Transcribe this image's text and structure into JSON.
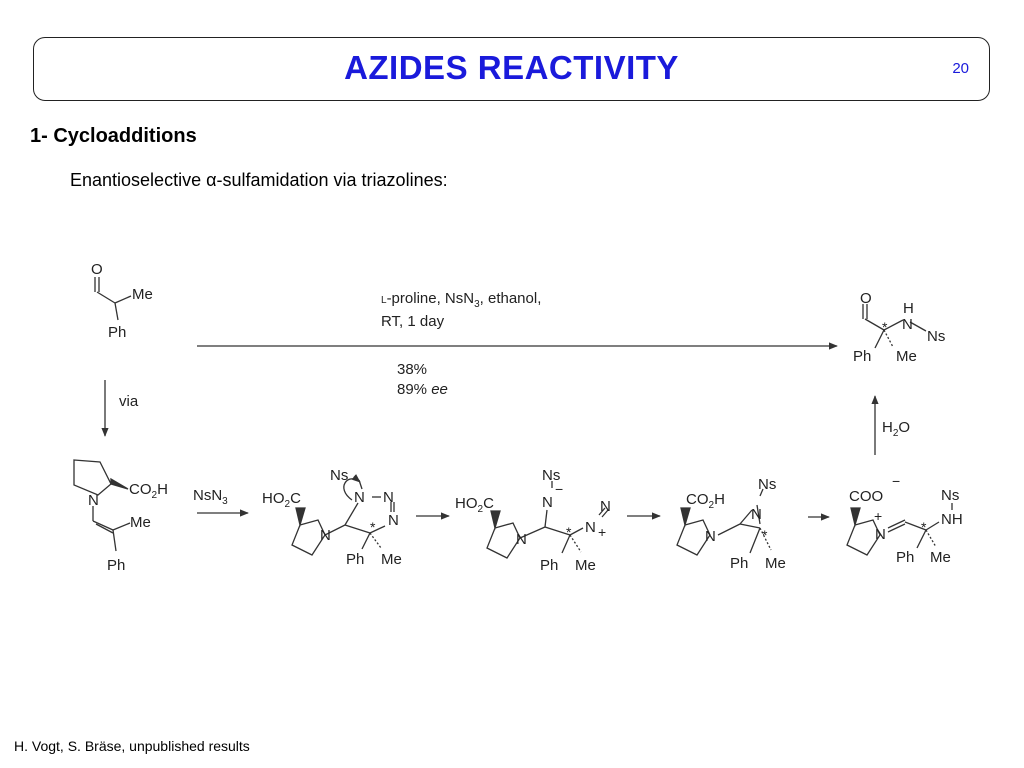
{
  "slide": {
    "title": "AZIDES REACTIVITY",
    "number": "20",
    "heading": "1- Cycloadditions",
    "subtitle": "Enantioselective α-sulfamidation via triazolines:",
    "citation": "H. Vogt, S. Bräse, unpublished results"
  },
  "scheme": {
    "start": {
      "o": "O",
      "me": "Me",
      "ph": "Ph"
    },
    "conditions": {
      "line1_prefix": "L",
      "line1_mid": "-proline, NsN",
      "line1_sub": "3",
      "line1_suffix": ", ethanol,",
      "line2": "RT, 1 day",
      "yield": "38%",
      "ee_value": "89% ",
      "ee_unit": "ee"
    },
    "product": {
      "o": "O",
      "h": "H",
      "n": "N",
      "ns": "Ns",
      "star": "*",
      "ph": "Ph",
      "me": "Me"
    },
    "via": "via",
    "water": {
      "h": "H",
      "sub": "2",
      "o": "O"
    },
    "enamine": {
      "n": "N",
      "co2h_a": "CO",
      "co2h_sub": "2",
      "co2h_b": "H",
      "me": "Me",
      "ph": "Ph"
    },
    "reagent": {
      "text": "NsN",
      "sub": "3"
    },
    "triazoline": {
      "ho2c_a": "HO",
      "ho2c_sub": "2",
      "ho2c_b": "C",
      "ns": "Ns",
      "n1": "N",
      "n2": "N",
      "n3": "N",
      "n4": "N",
      "star": "*",
      "ph": "Ph",
      "me": "Me"
    },
    "diazo": {
      "ho2c_a": "HO",
      "ho2c_sub": "2",
      "ho2c_b": "C",
      "ns": "Ns",
      "n_minus": "N",
      "minus": "−",
      "n_plus": "N",
      "plus": "+",
      "n_end": "N",
      "n_ring": "N",
      "star": "*",
      "ph": "Ph",
      "me": "Me"
    },
    "aziridine": {
      "co2h_a": "CO",
      "co2h_sub": "2",
      "co2h_b": "H",
      "ns": "Ns",
      "n_az": "N",
      "n_ring": "N",
      "star": "*",
      "ph": "Ph",
      "me": "Me"
    },
    "iminium": {
      "coo": "COO",
      "minus": "−",
      "plus": "+",
      "n_ring": "N",
      "ns": "Ns",
      "nh": "NH",
      "star": "*",
      "ph": "Ph",
      "me": "Me"
    }
  }
}
